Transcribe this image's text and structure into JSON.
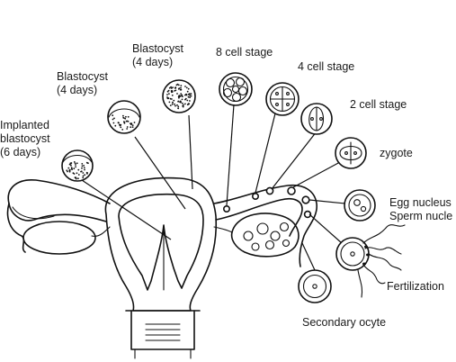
{
  "labels": {
    "blastocyst_4_days_top": [
      "Blastocyst",
      "(4 days)"
    ],
    "eight_cell": "8 cell stage",
    "four_cell": "4 cell stage",
    "two_cell": "2 cell stage",
    "zygote": "zygote",
    "blastocyst_4_days_left": [
      "Blastocyst",
      "(4 days)"
    ],
    "implanted_blastocyst": [
      "Implanted",
      "blastocyst",
      "(6 days)"
    ],
    "egg_sperm_nuclei": [
      "Egg nucleus",
      "Sperm nucle"
    ],
    "fertilization": "Fertilization",
    "secondary_oocyte": "Secondary ocyte"
  }
}
